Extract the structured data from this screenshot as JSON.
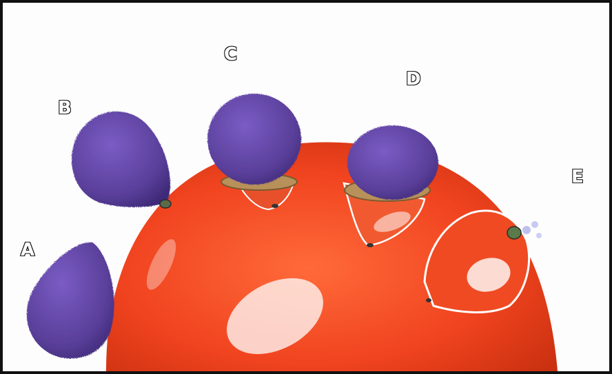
{
  "figure": {
    "labels": {
      "a": "A",
      "b": "B",
      "c": "C",
      "d": "D",
      "e": "E"
    }
  },
  "colors": {
    "cell": "#f0431f",
    "cell_highlight": "#ffffff",
    "virus": "#5a3f9a",
    "ring": "#b7905a",
    "border": "#111111"
  }
}
